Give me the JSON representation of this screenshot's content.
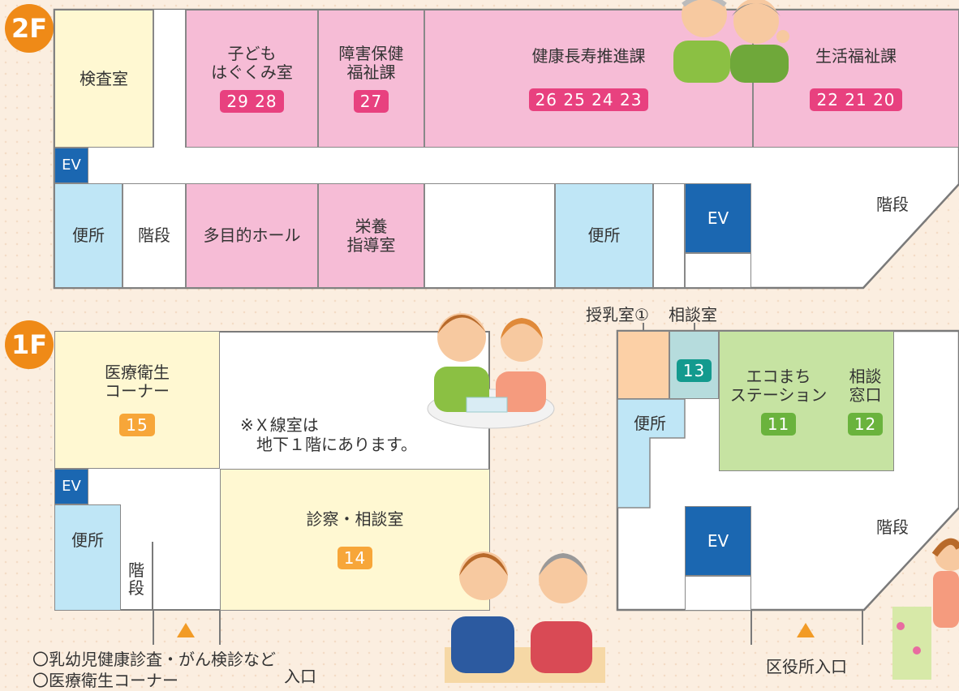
{
  "floors": {
    "f2": "2F",
    "f1": "1F"
  },
  "second_floor": {
    "inspection_room": "検査室",
    "kids_room": {
      "label": "子ども\nはぐくみ室",
      "numbers": "29 28"
    },
    "disability_welfare": {
      "label": "障害保健\n福祉課",
      "numbers": "27"
    },
    "health_longevity": {
      "label": "健康長寿推進課",
      "numbers": "26 25 24 23"
    },
    "life_welfare": {
      "label": "生活福祉課",
      "numbers": "22 21 20"
    },
    "ev_left": "EV",
    "toilet_left": "便所",
    "stairs_left": "階段",
    "multipurpose_hall": "多目的ホール",
    "nutrition_room": "栄養\n指導室",
    "toilet_mid": "便所",
    "ev_right": "EV",
    "stairs_right": "階段"
  },
  "first_floor": {
    "medical_hygiene": {
      "label": "医療衛生\nコーナー",
      "numbers": "15"
    },
    "xray_note": "※Ｘ線室は\n　地下１階にあります。",
    "ev_left": "EV",
    "toilet_left": "便所",
    "stairs_left": "階\n段",
    "exam_consult": {
      "label": "診察・相談室",
      "numbers": "14"
    },
    "nursing_room": "授乳室①",
    "consult_room": {
      "label": "相談室",
      "numbers": "13"
    },
    "eco_station": {
      "label": "エコまち\nステーション",
      "numbers": "11"
    },
    "consult_window": {
      "label": "相談\n窓口",
      "numbers": "12"
    },
    "toilet_right": "便所",
    "ev_right": "EV",
    "stairs_right": "階段",
    "entrance_left_note": "〇乳幼児健康診査・がん検診など\n〇医療衛生コーナー",
    "entrance_left": "入口",
    "entrance_right": "区役所入口"
  },
  "colors": {
    "pink": "#f6bcd6",
    "badge_pink": "#e8417f",
    "orange": "#ef8a17",
    "navy": "#1b67b1",
    "green": "#c6e3a2"
  }
}
